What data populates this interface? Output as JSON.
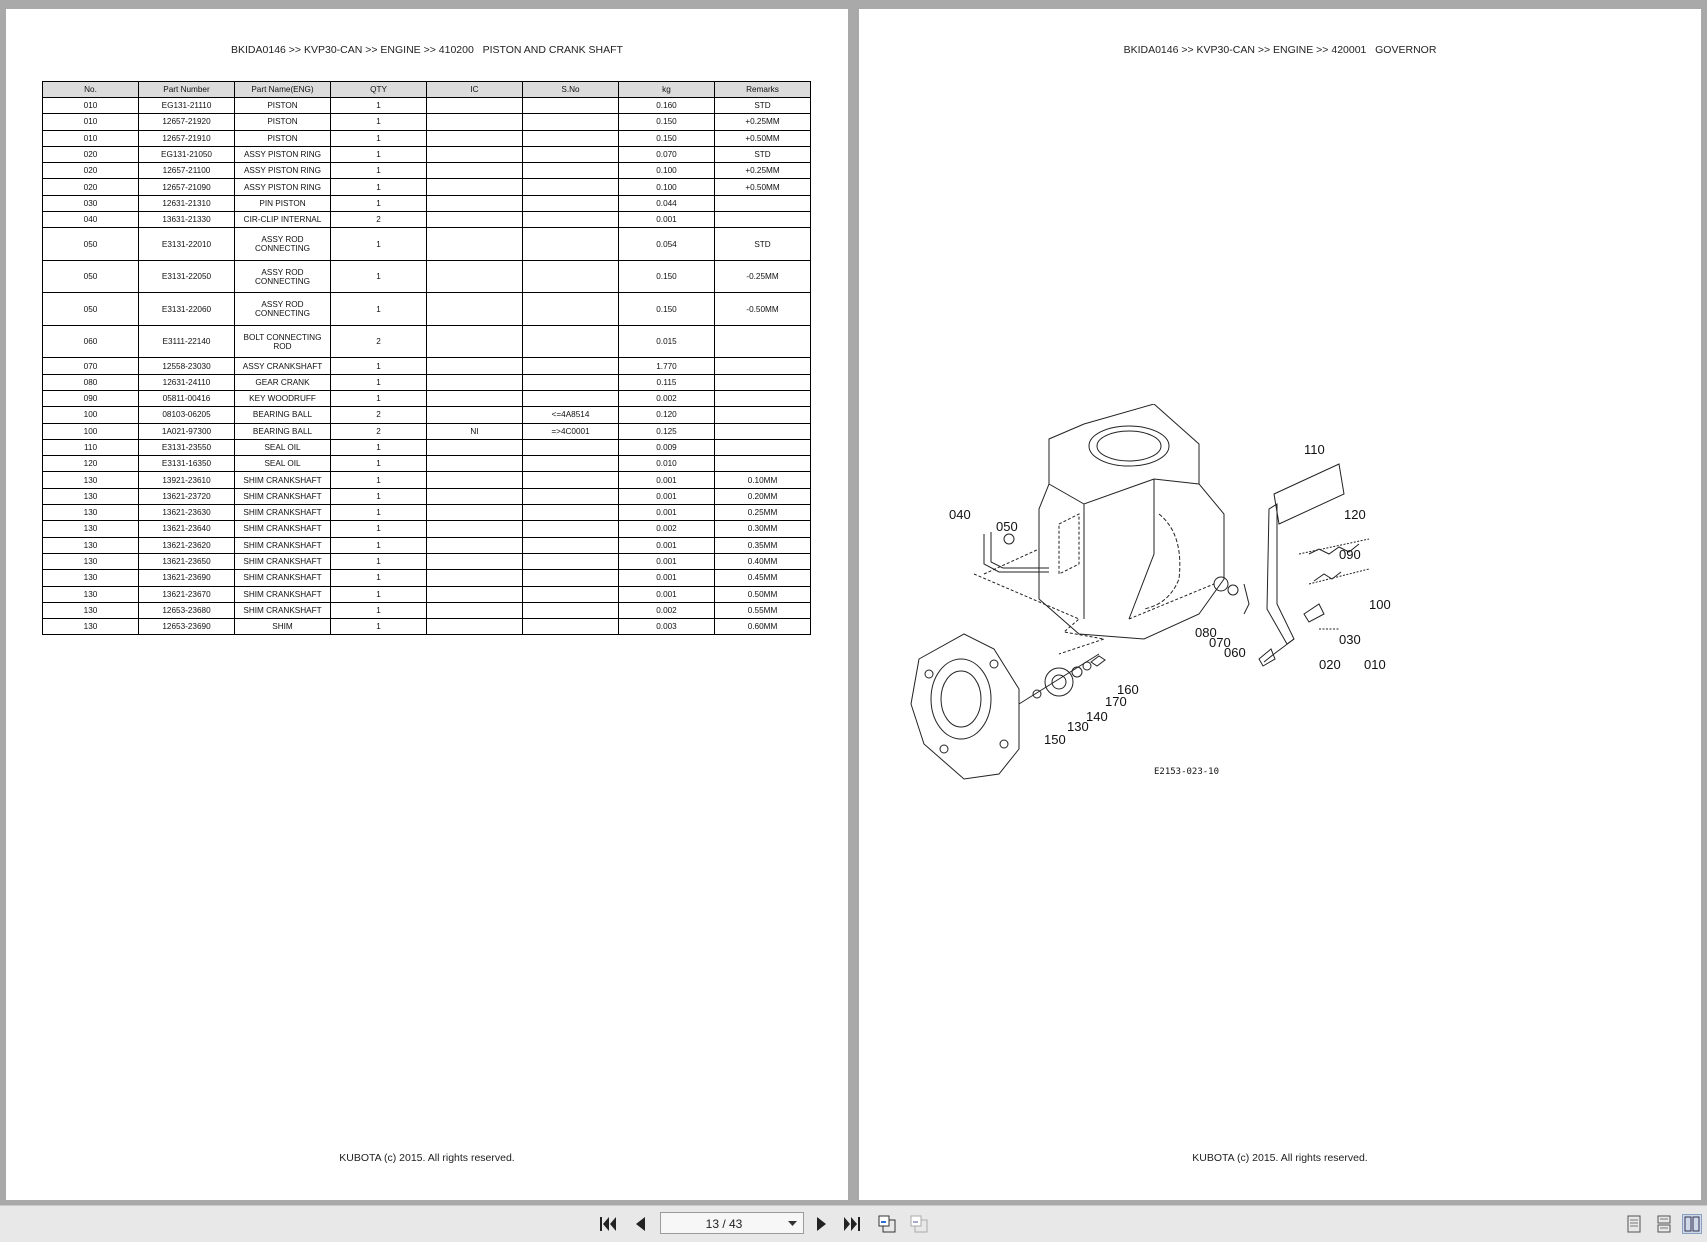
{
  "left_page": {
    "header": "BKIDA0146 >> KVP30-CAN >> ENGINE >> 410200   PISTON AND CRANK SHAFT",
    "footer": "KUBOTA (c) 2015. All rights reserved.",
    "columns": [
      "No.",
      "Part Number",
      "Part Name(ENG)",
      "QTY",
      "IC",
      "S.No",
      "kg",
      "Remarks"
    ],
    "rows": [
      [
        "010",
        "EG131-21110",
        "PISTON",
        "1",
        "",
        "",
        "0.160",
        "STD"
      ],
      [
        "010",
        "12657-21920",
        "PISTON",
        "1",
        "",
        "",
        "0.150",
        "+0.25MM"
      ],
      [
        "010",
        "12657-21910",
        "PISTON",
        "1",
        "",
        "",
        "0.150",
        "+0.50MM"
      ],
      [
        "020",
        "EG131-21050",
        "ASSY PISTON RING",
        "1",
        "",
        "",
        "0.070",
        "STD"
      ],
      [
        "020",
        "12657-21100",
        "ASSY PISTON RING",
        "1",
        "",
        "",
        "0.100",
        "+0.25MM"
      ],
      [
        "020",
        "12657-21090",
        "ASSY PISTON RING",
        "1",
        "",
        "",
        "0.100",
        "+0.50MM"
      ],
      [
        "030",
        "12631-21310",
        "PIN PISTON",
        "1",
        "",
        "",
        "0.044",
        ""
      ],
      [
        "040",
        "13631-21330",
        "CIR-CLIP INTERNAL",
        "2",
        "",
        "",
        "0.001",
        ""
      ],
      [
        "050",
        "E3131-22010",
        "ASSY ROD CONNECTING",
        "1",
        "",
        "",
        "0.054",
        "STD"
      ],
      [
        "050",
        "E3131-22050",
        "ASSY ROD CONNECTING",
        "1",
        "",
        "",
        "0.150",
        "-0.25MM"
      ],
      [
        "050",
        "E3131-22060",
        "ASSY ROD CONNECTING",
        "1",
        "",
        "",
        "0.150",
        "-0.50MM"
      ],
      [
        "060",
        "E3111-22140",
        "BOLT CONNECTING ROD",
        "2",
        "",
        "",
        "0.015",
        ""
      ],
      [
        "070",
        "12558-23030",
        "ASSY CRANKSHAFT",
        "1",
        "",
        "",
        "1.770",
        ""
      ],
      [
        "080",
        "12631-24110",
        "GEAR CRANK",
        "1",
        "",
        "",
        "0.115",
        ""
      ],
      [
        "090",
        "05811-00416",
        "KEY WOODRUFF",
        "1",
        "",
        "",
        "0.002",
        ""
      ],
      [
        "100",
        "08103-06205",
        "BEARING BALL",
        "2",
        "",
        "<=4A8514",
        "0.120",
        ""
      ],
      [
        "100",
        "1A021-97300",
        "BEARING BALL",
        "2",
        "NI",
        "=>4C0001",
        "0.125",
        ""
      ],
      [
        "110",
        "E3131-23550",
        "SEAL OIL",
        "1",
        "",
        "",
        "0.009",
        ""
      ],
      [
        "120",
        "E3131-16350",
        "SEAL OIL",
        "1",
        "",
        "",
        "0.010",
        ""
      ],
      [
        "130",
        "13921-23610",
        "SHIM CRANKSHAFT",
        "1",
        "",
        "",
        "0.001",
        "0.10MM"
      ],
      [
        "130",
        "13621-23720",
        "SHIM CRANKSHAFT",
        "1",
        "",
        "",
        "0.001",
        "0.20MM"
      ],
      [
        "130",
        "13621-23630",
        "SHIM CRANKSHAFT",
        "1",
        "",
        "",
        "0.001",
        "0.25MM"
      ],
      [
        "130",
        "13621-23640",
        "SHIM CRANKSHAFT",
        "1",
        "",
        "",
        "0.002",
        "0.30MM"
      ],
      [
        "130",
        "13621-23620",
        "SHIM CRANKSHAFT",
        "1",
        "",
        "",
        "0.001",
        "0.35MM"
      ],
      [
        "130",
        "13621-23650",
        "SHIM CRANKSHAFT",
        "1",
        "",
        "",
        "0.001",
        "0.40MM"
      ],
      [
        "130",
        "13621-23690",
        "SHIM CRANKSHAFT",
        "1",
        "",
        "",
        "0.001",
        "0.45MM"
      ],
      [
        "130",
        "13621-23670",
        "SHIM CRANKSHAFT",
        "1",
        "",
        "",
        "0.001",
        "0.50MM"
      ],
      [
        "130",
        "12653-23680",
        "SHIM CRANKSHAFT",
        "1",
        "",
        "",
        "0.002",
        "0.55MM"
      ],
      [
        "130",
        "12653-23690",
        "SHIM",
        "1",
        "",
        "",
        "0.003",
        "0.60MM"
      ]
    ]
  },
  "right_page": {
    "header": "BKIDA0146 >> KVP30-CAN >> ENGINE >> 420001   GOVERNOR",
    "footer": "KUBOTA (c) 2015. All rights reserved.",
    "diagram": {
      "code": "E2153-023-10",
      "callouts": [
        "010",
        "020",
        "030",
        "040",
        "050",
        "060",
        "070",
        "080",
        "090",
        "100",
        "110",
        "120",
        "130",
        "140",
        "150",
        "160",
        "170"
      ]
    }
  },
  "toolbar": {
    "page_indicator": "13 / 43",
    "icons": [
      "first-page-icon",
      "prev-page-icon",
      "next-page-icon",
      "last-page-icon",
      "copy-page-icon",
      "paste-page-icon",
      "single-page-view-icon",
      "continuous-view-icon",
      "two-page-view-icon"
    ]
  }
}
